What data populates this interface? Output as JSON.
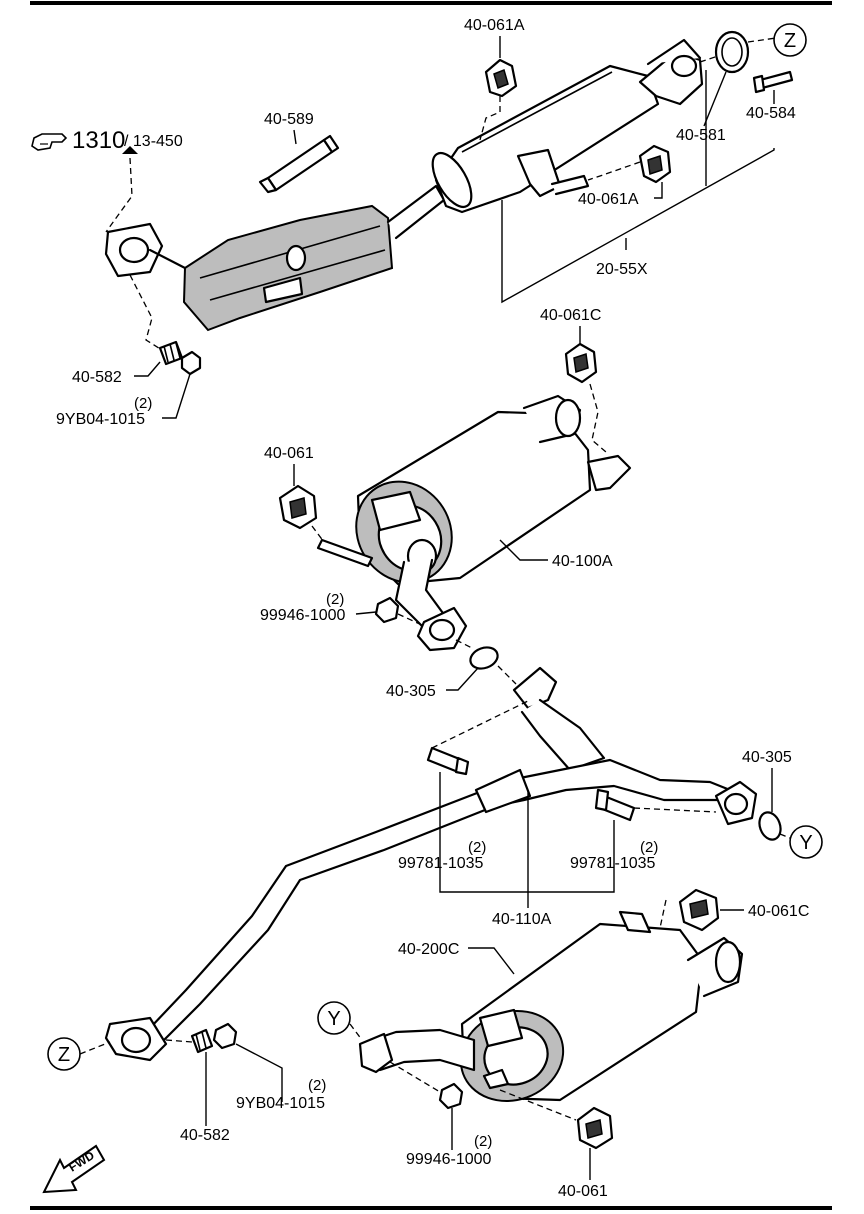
{
  "reference": {
    "main": "1310",
    "sub": "/ 13-450"
  },
  "labels": {
    "p40_061A_top": "40-061A",
    "p40_589": "40-589",
    "p40_581": "40-581",
    "p40_584": "40-584",
    "p40_061A_mid": "40-061A",
    "p20_55X": "20-55X",
    "p40_582_top": "40-582",
    "p9YB04_top": "9YB04-1015",
    "p40_061C_top": "40-061C",
    "p40_061_left": "40-061",
    "p40_100A": "40-100A",
    "p99946_top": "99946-1000",
    "p40_305_left": "40-305",
    "p40_305_right": "40-305",
    "p99781_left": "99781-1035",
    "p99781_right": "99781-1035",
    "p40_110A": "40-110A",
    "p40_061C_bot": "40-061C",
    "p40_200C": "40-200C",
    "p9YB04_bot": "9YB04-1015",
    "p40_582_bot": "40-582",
    "p99946_bot": "99946-1000",
    "p40_061_bot": "40-061"
  },
  "quantities": {
    "q9YB04_top": "(2)",
    "q99946_top": "(2)",
    "q99781_left": "(2)",
    "q99781_right": "(2)",
    "q9YB04_bot": "(2)",
    "q99946_bot": "(2)"
  },
  "connectors": {
    "z_top": "Z",
    "z_bottom": "Z",
    "y_right": "Y",
    "y_left": "Y"
  },
  "fwd_arrow": "FWD",
  "icons": {
    "reference": "pointing-hand-icon",
    "direction": "fwd-arrow-icon"
  }
}
